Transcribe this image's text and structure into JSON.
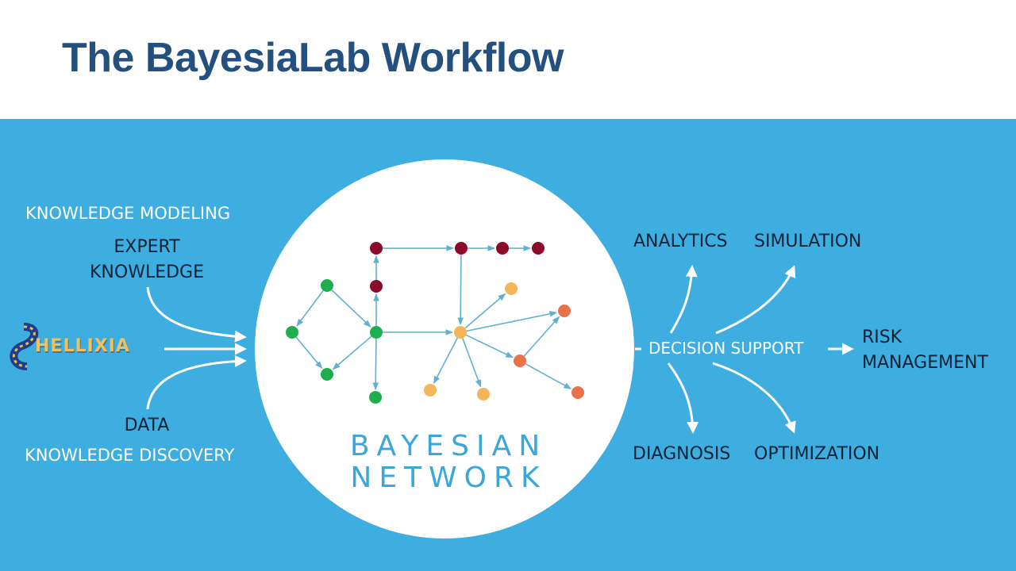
{
  "slide": {
    "title": "The BayesiaLab Workflow"
  },
  "colors": {
    "title": "#24507f",
    "band": "#3eaddf",
    "circle": "#ffffff",
    "edge": "#5fb0d2",
    "node_green": "#1fae4e",
    "node_darkred": "#8c0a2a",
    "node_yellow": "#f5b55a",
    "node_orange": "#e8734a",
    "label_white": "#ffffff",
    "label_dark": "#0f2238",
    "bn_text": "#3ba7d9"
  },
  "inputs": {
    "heading_top": "KNOWLEDGE MODELING",
    "expert_line1": "EXPERT",
    "expert_line2": "KNOWLEDGE",
    "logo_text": "HELLIXIA",
    "data_label": "DATA",
    "heading_bottom": "KNOWLEDGE DISCOVERY"
  },
  "center": {
    "line1": "BAYESIAN",
    "line2": "NETWORK"
  },
  "outputs": {
    "hub": "DECISION SUPPORT",
    "analytics": "ANALYTICS",
    "simulation": "SIMULATION",
    "risk_line1": "RISK",
    "risk_line2": "MANAGEMENT",
    "diagnosis": "DIAGNOSIS",
    "optimization": "OPTIMIZATION"
  },
  "network": {
    "nodes": [
      {
        "id": "g1",
        "group": "green"
      },
      {
        "id": "g2",
        "group": "green"
      },
      {
        "id": "g3",
        "group": "green"
      },
      {
        "id": "g4",
        "group": "green"
      },
      {
        "id": "g5",
        "group": "green"
      },
      {
        "id": "r1",
        "group": "darkred"
      },
      {
        "id": "r2",
        "group": "darkred"
      },
      {
        "id": "r3",
        "group": "darkred"
      },
      {
        "id": "r4",
        "group": "darkred"
      },
      {
        "id": "r5",
        "group": "darkred"
      },
      {
        "id": "y1",
        "group": "yellow"
      },
      {
        "id": "y2",
        "group": "yellow"
      },
      {
        "id": "y3",
        "group": "yellow"
      },
      {
        "id": "y4",
        "group": "yellow"
      },
      {
        "id": "o1",
        "group": "orange"
      },
      {
        "id": "o2",
        "group": "orange"
      },
      {
        "id": "o3",
        "group": "orange"
      }
    ],
    "edges": [
      [
        "g1",
        "g2"
      ],
      [
        "g1",
        "g4"
      ],
      [
        "g2",
        "g3"
      ],
      [
        "g4",
        "g3"
      ],
      [
        "g4",
        "r2"
      ],
      [
        "r2",
        "r1"
      ],
      [
        "g4",
        "g5"
      ],
      [
        "g4",
        "y1"
      ],
      [
        "r1",
        "r3"
      ],
      [
        "r3",
        "r4"
      ],
      [
        "r4",
        "r5"
      ],
      [
        "r3",
        "y1"
      ],
      [
        "y1",
        "y2"
      ],
      [
        "y1",
        "o1"
      ],
      [
        "y1",
        "o2"
      ],
      [
        "y1",
        "y3"
      ],
      [
        "y1",
        "y4"
      ],
      [
        "o2",
        "o1"
      ],
      [
        "o2",
        "o3"
      ]
    ]
  }
}
